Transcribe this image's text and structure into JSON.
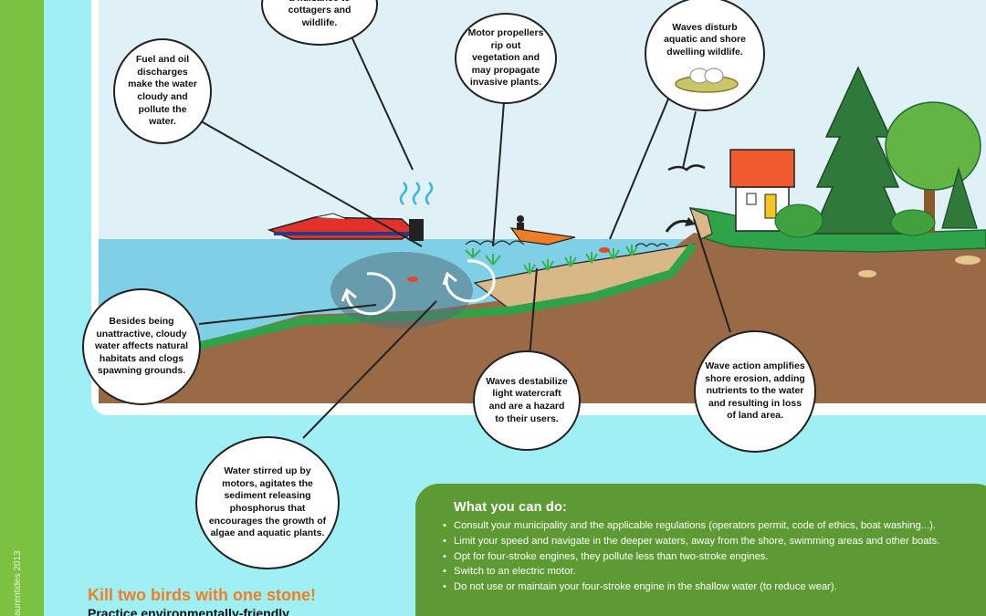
{
  "callouts": {
    "nuisance": "a nuisance to cottagers and wildlife.",
    "fuel": "Fuel and oil discharges make the water cloudy and pollute the water.",
    "propellers": "Motor propellers rip out vegetation and may propagate invasive plants.",
    "waves_disturb": "Waves disturb aquatic and shore dwelling wildlife.",
    "cloudy": "Besides being unattractive, cloudy water affects natural habitats and clogs spawning grounds.",
    "destabilize": "Waves destabilize light watercraft and are a hazard to their users.",
    "erosion": "Wave action amplifies shore erosion, adding nutrients to the water and resulting in loss of land area.",
    "sediment": "Water stirred up by motors, agitates the sediment releasing phosphorus that encourages the growth of algae and aquatic plants."
  },
  "sidebar": {
    "credit": "aurentides 2013"
  },
  "tip": {
    "headline": "Kill two birds with one stone!",
    "subline": "Practice environmentally-friendly"
  },
  "what_you_can_do": {
    "title": "What you can do:",
    "items": [
      "Consult your municipality and the applicable regulations (operators permit, code of ethics, boat washing...).",
      "Limit your speed and navigate in the deeper waters, away from the shore, swimming areas and other boats.",
      "Opt for four-stroke engines, they pollute less than two-stroke engines.",
      "Switch to an electric motor.",
      "Do not use or maintain your four-stroke engine in the shallow water (to reduce wear)."
    ]
  },
  "colors": {
    "sidebar_green": "#7cc242",
    "sky": "#dff1f6",
    "water": "#7fd0e6",
    "grass": "#2ea34a",
    "soil": "#9a6a47",
    "panel_green": "#5e9a33",
    "headline_orange": "#f07d28"
  },
  "icons": [
    "fumes-icon",
    "speedboat-icon",
    "canoe-icon",
    "fish-icon",
    "nest-icon",
    "bird-icon",
    "house-icon",
    "tree-icon",
    "swirl-icon"
  ]
}
